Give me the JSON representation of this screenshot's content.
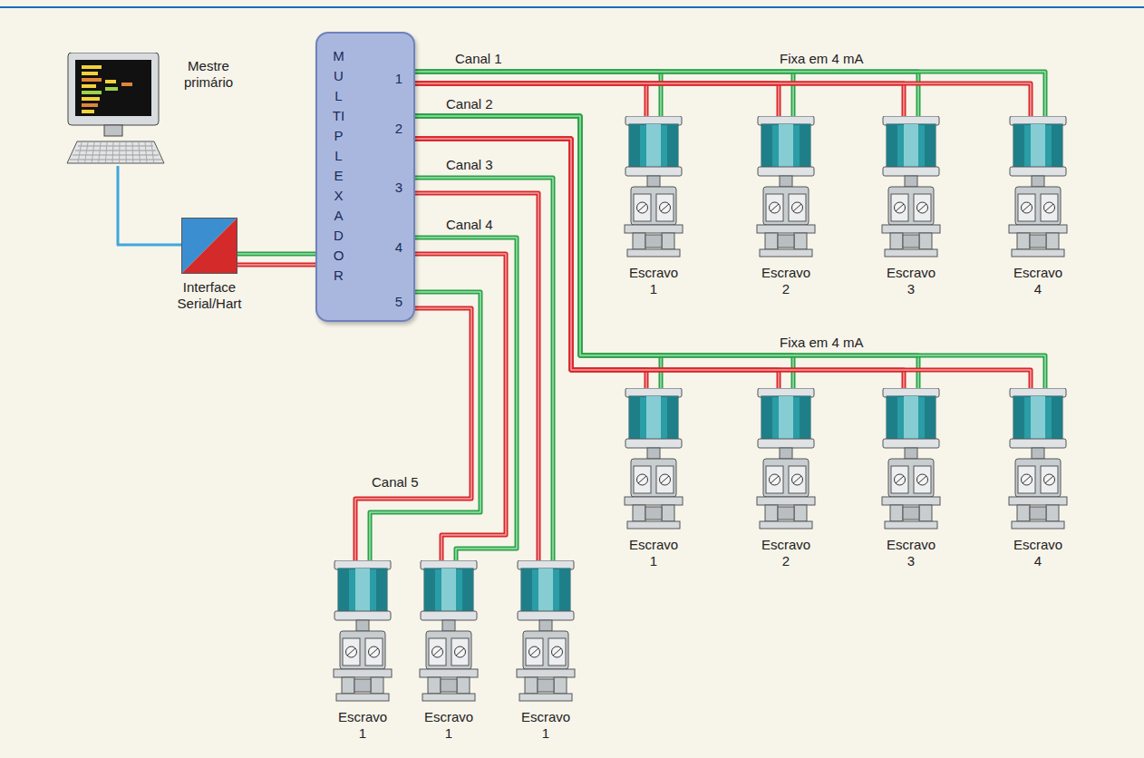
{
  "diagram": {
    "nodes": [
      {
        "text": [
          "Mestre primário"
        ]
      },
      {
        "text": [
          "Interface Serial/Hart"
        ]
      },
      {
        "text": [
          "MULTIPLEXADOR",
          "1",
          "2",
          "3",
          "4",
          "5"
        ]
      },
      {
        "text": [
          "Escravo 1"
        ]
      },
      {
        "text": [
          "Escravo 2"
        ]
      },
      {
        "text": [
          "Escravo 3"
        ]
      },
      {
        "text": [
          "Escravo 4"
        ]
      },
      {
        "text": [
          "Escravo 1"
        ]
      },
      {
        "text": [
          "Escravo 2"
        ]
      },
      {
        "text": [
          "Escravo 3"
        ]
      },
      {
        "text": [
          "Escravo 4"
        ]
      },
      {
        "text": [
          "Escravo 1"
        ]
      },
      {
        "text": [
          "Escravo 1"
        ]
      },
      {
        "text": [
          "Escravo 1"
        ]
      }
    ],
    "edges": [
      {
        "from": 0,
        "to": 1,
        "arrow": "none"
      },
      {
        "from": 1,
        "to": 2,
        "arrow": "none"
      },
      {
        "from": 2,
        "to": 3,
        "arrow": "none"
      },
      {
        "from": 2,
        "to": 4,
        "arrow": "none"
      },
      {
        "from": 2,
        "to": 5,
        "arrow": "none"
      },
      {
        "from": 2,
        "to": 6,
        "arrow": "none"
      },
      {
        "from": 2,
        "to": 7,
        "arrow": "none"
      },
      {
        "from": 2,
        "to": 8,
        "arrow": "none"
      },
      {
        "from": 2,
        "to": 9,
        "arrow": "none"
      },
      {
        "from": 2,
        "to": 10,
        "arrow": "none"
      },
      {
        "from": 2,
        "to": 13,
        "arrow": "none"
      },
      {
        "from": 2,
        "to": 12,
        "arrow": "none"
      },
      {
        "from": 2,
        "to": 11,
        "arrow": "none"
      }
    ],
    "labels": [
      "Canal 1",
      "Fixa em 4 mA",
      "Canal 2",
      "Canal 3",
      "Canal 4",
      "Fixa em 4 mA",
      "Canal 5"
    ]
  }
}
